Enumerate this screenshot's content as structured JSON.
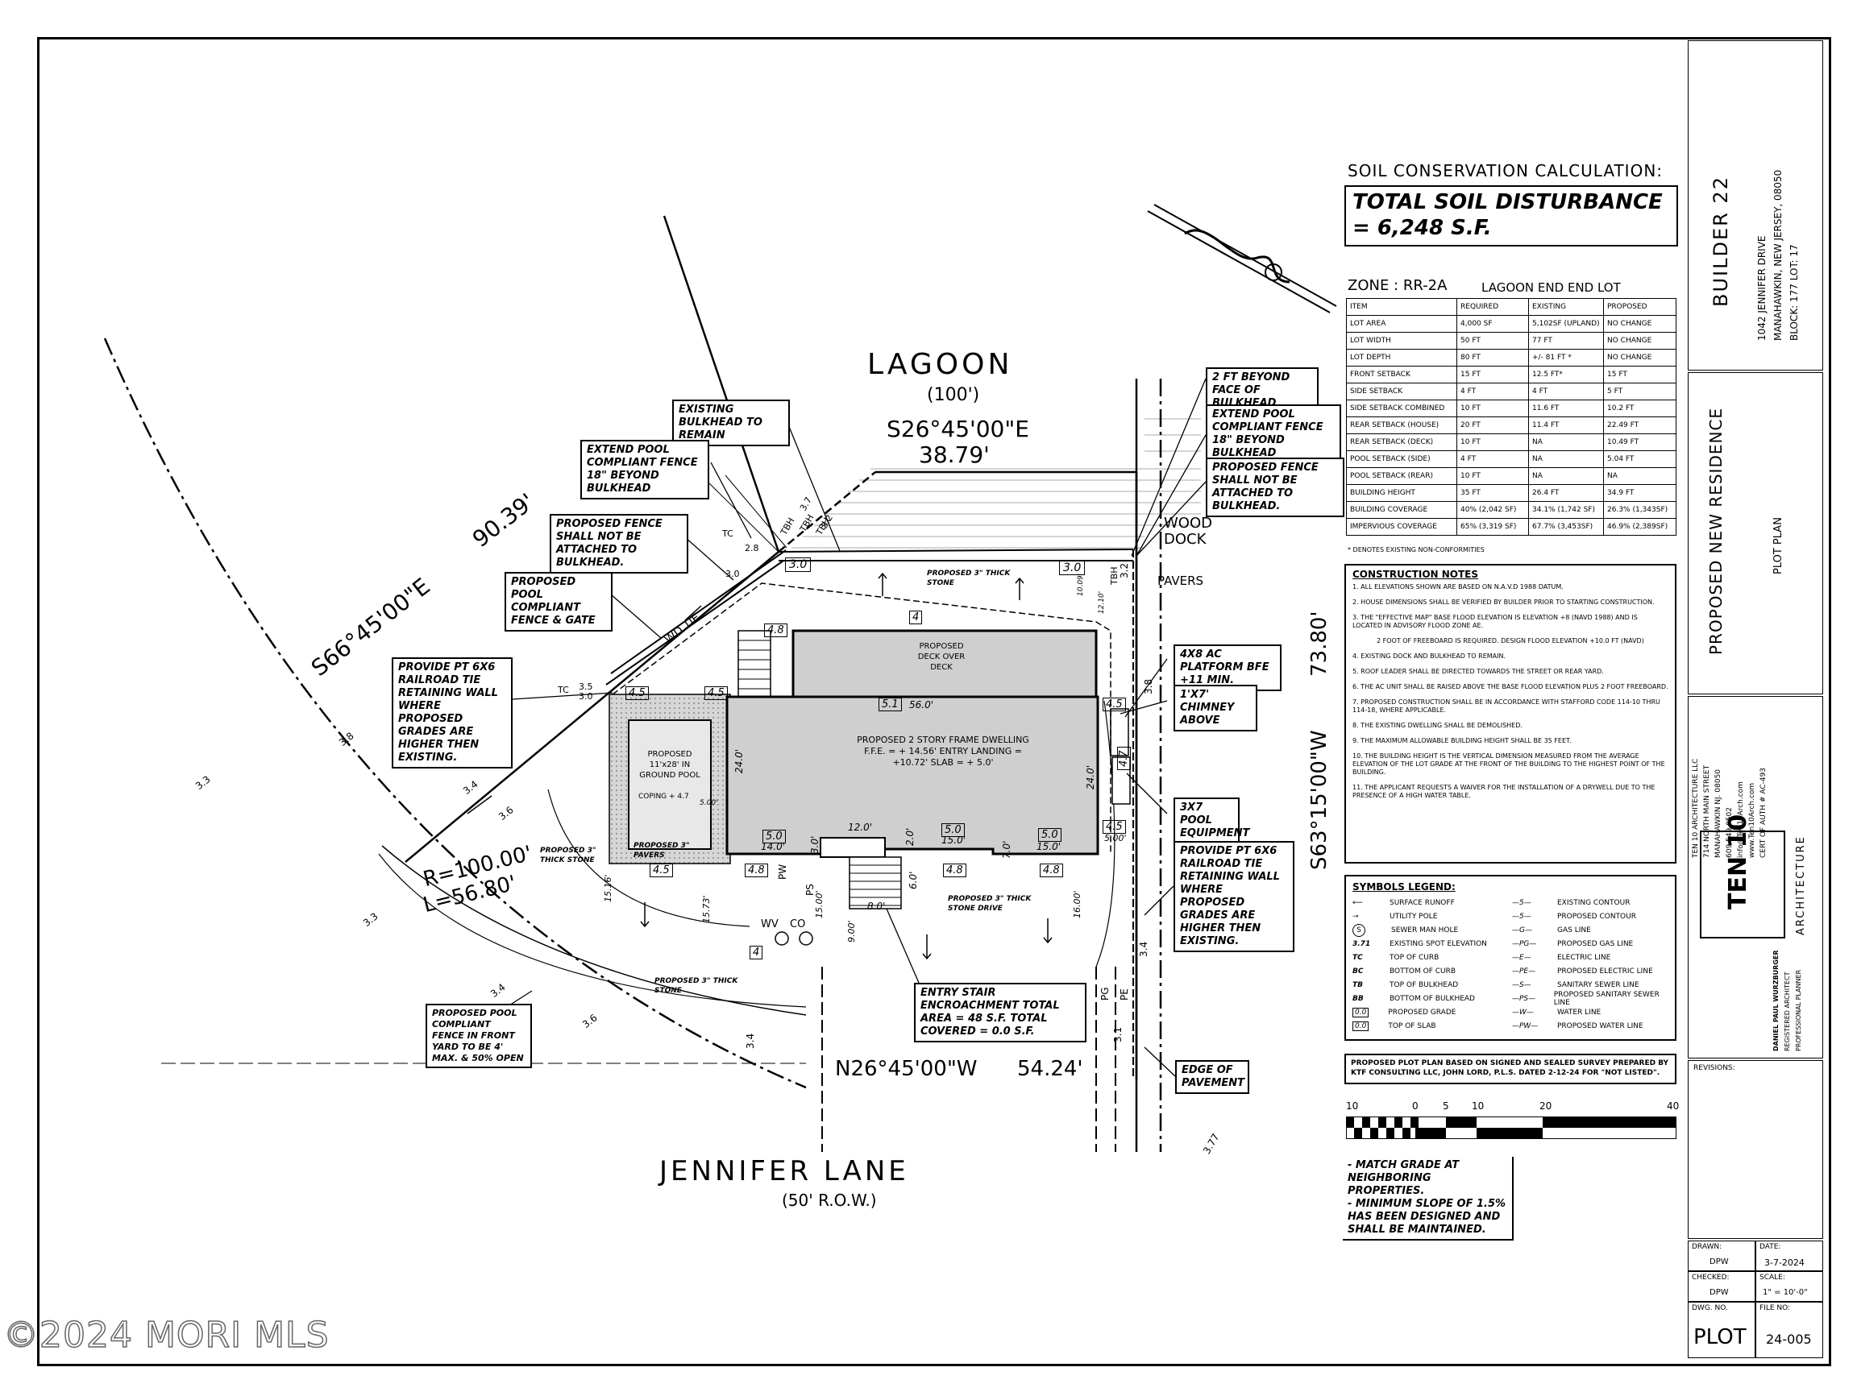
{
  "plan": {
    "lagoon": "LAGOON",
    "lagoon_width": "(100')",
    "bearing_top": "S26°45'00\"E",
    "dist_top": "38.79'",
    "bearing_left": "S66°45'00\"E",
    "dist_left": "90.39'",
    "bearing_right": "S63°15'00\"W",
    "dist_right": "73.80'",
    "bearing_bottom": "N26°45'00\"W",
    "dist_bottom": "54.24'",
    "curve_r": "R=100.00'",
    "curve_l": "L=56.80'",
    "street": "JENNIFER LANE",
    "row": "(50' R.O.W.)",
    "wood_dock": "WOOD DOCK",
    "pavers": "PAVERS",
    "house_label": "PROPOSED 2 STORY FRAME DWELLING F.F.E. = + 14.56' ENTRY LANDING = +10.72' SLAB = + 5.0'",
    "deck_label": "PROPOSED DECK OVER DECK",
    "pool_label": "PROPOSED 11'x28' IN GROUND POOL",
    "coping": "COPING + 4.7",
    "stone_top": "PROPOSED 3\" THICK STONE",
    "stone_left": "PROPOSED 3\" THICK STONE",
    "pavers_pool": "PROPOSED 3\" PAVERS",
    "drive": "PROPOSED 3\" THICK STONE DRIVE",
    "stone_bottom": "PROPOSED 3\" THICK STONE",
    "wd_tie": "WD TIE",
    "dims": [
      "56.0'",
      "24.0'",
      "24.0'",
      "12.0'",
      "14.0'",
      "15.0'",
      "15.0'",
      "8.0'",
      "6.0'",
      "3.0'",
      "2.0'",
      "7.0'",
      "5.00'",
      "15.00'",
      "16.00'",
      "9.00'",
      "15.16'",
      "15.73'",
      "10.09'",
      "12.10'",
      "5.00'"
    ],
    "grades": [
      "3.0",
      "3.0",
      "4.8",
      "4.5",
      "4.5",
      "5.1",
      "4.5",
      "4.5",
      "5.0",
      "5.0",
      "5.0",
      "4.8",
      "4.8",
      "4.8",
      "4.5",
      "4",
      "4",
      "4.7"
    ],
    "spots": [
      "3.8",
      "3.3",
      "3.4",
      "3.6",
      "3.3",
      "3.4",
      "3.6",
      "3.4",
      "3.1",
      "3.4",
      "3.77",
      "3.8",
      "3.2",
      "3.5",
      "3.0",
      "3.7",
      "3.2",
      "2.8",
      "3.0"
    ],
    "utility_labels": [
      "TC",
      "TC",
      "TBH",
      "TBH",
      "TBH",
      "TBH",
      "PW",
      "PS",
      "WV",
      "CO",
      "PG",
      "PE"
    ]
  },
  "notes": {
    "n1": "EXISTING BULKHEAD TO REMAIN",
    "n2": "EXTEND POOL COMPLIANT FENCE 18\" BEYOND BULKHEAD",
    "n3": "PROPOSED FENCE SHALL NOT BE ATTACHED TO BULKHEAD.",
    "n4": "PROPOSED POOL COMPLIANT FENCE & GATE",
    "n5": "PROVIDE PT 6x6 RAILROAD TIE RETAINING WALL WHERE PROPOSED GRADES ARE HIGHER THEN EXISTING.",
    "n6": "2 FT BEYOND FACE OF BULKHEAD",
    "n7": "EXTEND POOL COMPLIANT FENCE 18\" BEYOND BULKHEAD",
    "n8": "PROPOSED FENCE SHALL NOT BE ATTACHED TO BULKHEAD.",
    "n9": "4x8 AC PLATFORM BFE +11 MIN.",
    "n10": "1'X7' CHIMNEY ABOVE",
    "n11": "3x7 POOL EQUIPMENT",
    "n12": "PROVIDE PT 6x6 RAILROAD TIE RETAINING WALL WHERE PROPOSED GRADES ARE HIGHER THEN EXISTING.",
    "n13": "ENTRY STAIR ENCROACHMENT TOTAL AREA = 48 S.F. TOTAL COVERED = 0.0 S.F.",
    "n14": "PROPOSED POOL COMPLIANT FENCE IN FRONT YARD TO BE 4' MAX. & 50% OPEN",
    "n15": "EDGE OF PAVEMENT",
    "grade_note": "- MATCH GRADE AT NEIGHBORING PROPERTIES.",
    "slope_note": "- MINIMUM SLOPE OF 1.5% HAS BEEN DESIGNED AND SHALL BE MAINTAINED."
  },
  "soil": {
    "title": "SOIL CONSERVATION CALCULATION:",
    "line1": "TOTAL SOIL DISTURBANCE",
    "line2": "= 6,248 S.F."
  },
  "zone": {
    "title": "ZONE : RR-2A",
    "subtitle": "LAGOON END END LOT",
    "headers": [
      "ITEM",
      "REQUIRED",
      "EXISTING",
      "PROPOSED"
    ],
    "rows": [
      [
        "LOT AREA",
        "4,000 SF",
        "5,102SF (UPLAND)",
        "NO CHANGE"
      ],
      [
        "LOT WIDTH",
        "50 FT",
        "77 FT",
        "NO CHANGE"
      ],
      [
        "LOT DEPTH",
        "80 FT",
        "+/- 81 FT *",
        "NO CHANGE"
      ],
      [
        "FRONT SETBACK",
        "15 FT",
        "12.5 FT*",
        "15 FT"
      ],
      [
        "SIDE SETBACK",
        "4 FT",
        "4 FT",
        "5 FT"
      ],
      [
        "SIDE SETBACK COMBINED",
        "10 FT",
        "11.6 FT",
        "10.2 FT"
      ],
      [
        "REAR SETBACK (HOUSE)",
        "20 FT",
        "11.4 FT",
        "22.49 FT"
      ],
      [
        "REAR SETBACK (DECK)",
        "10 FT",
        "NA",
        "10.49 FT"
      ],
      [
        "POOL SETBACK (SIDE)",
        "4 FT",
        "NA",
        "5.04 FT"
      ],
      [
        "POOL SETBACK (REAR)",
        "10 FT",
        "NA",
        "NA"
      ],
      [
        "BUILDING HEIGHT",
        "35 FT",
        "26.4 FT",
        "34.9 FT"
      ],
      [
        "BUILDING COVERAGE",
        "40% (2,042 SF)",
        "34.1% (1,742 SF)",
        "26.3% (1,343SF)"
      ],
      [
        "IMPERVIOUS COVERAGE",
        "65% (3,319 SF)",
        "67.7% (3,453SF)",
        "46.9% (2,389SF)"
      ]
    ],
    "footnote": "* DENOTES EXISTING NON-CONFORMITIES"
  },
  "construction": {
    "title": "CONSTRUCTION NOTES",
    "items": [
      "1. ALL ELEVATIONS SHOWN ARE BASED ON N.A.V.D 1988 DATUM.",
      "2. HOUSE DIMENSIONS SHALL BE VERIFIED BY BUILDER PRIOR TO STARTING CONSTRUCTION.",
      "3. THE \"EFFECTIVE MAP\" BASE FLOOD ELEVATION IS ELEVATION +8 (NAVD 1988) AND IS LOCATED IN ADVISORY FLOOD ZONE AE.",
      "2 FOOT OF FREEBOARD IS REQUIRED. DESIGN FLOOD ELEVATION +10.0 FT (NAVD)",
      "4. EXISTING DOCK AND BULKHEAD TO REMAIN.",
      "5. ROOF LEADER SHALL BE DIRECTED TOWARDS THE STREET OR REAR YARD.",
      "6. THE AC UNIT SHALL BE RAISED ABOVE THE BASE FLOOD ELEVATION PLUS 2 FOOT FREEBOARD.",
      "7. PROPOSED CONSTRUCTION SHALL BE IN ACCORDANCE WITH STAFFORD CODE 114-10 THRU 114-18, WHERE APPLICABLE.",
      "8. THE EXISTING DWELLING SHALL BE DEMOLISHED.",
      "9. THE MAXIMUM ALLOWABLE BUILDING HEIGHT SHALL BE 35 FEET.",
      "10. THE BUILDING HEIGHT IS THE VERTICAL DIMENSION MEASURED FROM THE AVERAGE ELEVATION OF THE LOT GRADE AT THE FRONT OF THE BUILDING TO THE HIGHEST POINT OF THE BUILDING.",
      "11. THE APPLICANT REQUESTS A WAIVER FOR THE INSTALLATION OF A DRYWELL DUE TO THE PRESENCE OF A HIGH WATER TABLE."
    ]
  },
  "legend": {
    "title": "SYMBOLS LEGEND:",
    "left": [
      [
        "",
        "SURFACE RUNOFF"
      ],
      [
        "",
        "UTILITY POLE"
      ],
      [
        "S",
        "SEWER MAN HOLE"
      ],
      [
        "3.71",
        "EXISTING SPOT ELEVATION"
      ],
      [
        "TC",
        "TOP OF CURB"
      ],
      [
        "BC",
        "BOTTOM OF CURB"
      ],
      [
        "TB",
        "TOP OF BULKHEAD"
      ],
      [
        "BB",
        "BOTTOM OF BULKHEAD"
      ],
      [
        "0.0",
        "PROPOSED GRADE"
      ],
      [
        "0.0",
        "TOP OF SLAB"
      ]
    ],
    "right": [
      [
        "—5—",
        "EXISTING CONTOUR"
      ],
      [
        "—5—",
        "PROPOSED CONTOUR"
      ],
      [
        "—G—",
        "GAS LINE"
      ],
      [
        "—PG—",
        "PROPOSED GAS LINE"
      ],
      [
        "—E—",
        "ELECTRIC LINE"
      ],
      [
        "—PE—",
        "PROPOSED ELECTRIC LINE"
      ],
      [
        "—S—",
        "SANITARY SEWER LINE"
      ],
      [
        "—PS—",
        "PROPOSED SANITARY SEWER LINE"
      ],
      [
        "—W—",
        "WATER LINE"
      ],
      [
        "—PW—",
        "PROPOSED WATER LINE"
      ]
    ]
  },
  "survey_note": "PROPOSED PLOT PLAN BASED ON SIGNED AND SEALED SURVEY PREPARED BY KTF CONSULTING LLC, JOHN LORD, P.L.S. DATED 2-12-24 FOR \"NOT LISTED\".",
  "scale_bar": {
    "labels": [
      "10",
      "0",
      "5",
      "10",
      "20",
      "40"
    ]
  },
  "title_block": {
    "builder": "BUILDER 22",
    "address1": "1042 JENNIFER DRIVE",
    "address2": "MANAHAWKIN, NEW JERSEY, 08050",
    "address3": "BLOCK: 177 LOT: 17",
    "project": "PROPOSED NEW RESIDENCE",
    "sheet_title": "PLOT PLAN",
    "firm": "TEN 10 ARCHITECTURE LLC",
    "firm_addr1": "714 NORTH MAIN STREET",
    "firm_addr2": "MANAHAWKIN NJ. 08050",
    "firm_phone": "609.549.0502",
    "firm_email": "info@Ten10Arch.com",
    "firm_web": "www.Ten10Arch.com",
    "firm_cert": "CERT OF AUTH # AC-493",
    "logo": "TEN 10",
    "logo_word": "ARCHITECTURE",
    "architect": "DANIEL PAUL WURZBURGER",
    "architect_title": "REGISTERED ARCHITECT",
    "architect_title2": "PROFESSIONAL PLANNER",
    "revisions": "REVISIONS:",
    "drawn_label": "DRAWN:",
    "drawn": "DPW",
    "date_label": "DATE:",
    "date": "3-7-2024",
    "checked_label": "CHECKED:",
    "checked": "DPW",
    "scale_label": "SCALE:",
    "scale": "1\" = 10'-0\"",
    "dwg_label": "DWG. NO.",
    "dwg": "PLOT",
    "file_label": "FILE NO:",
    "file": "24-005"
  },
  "watermark": "©2024 MORI MLS"
}
